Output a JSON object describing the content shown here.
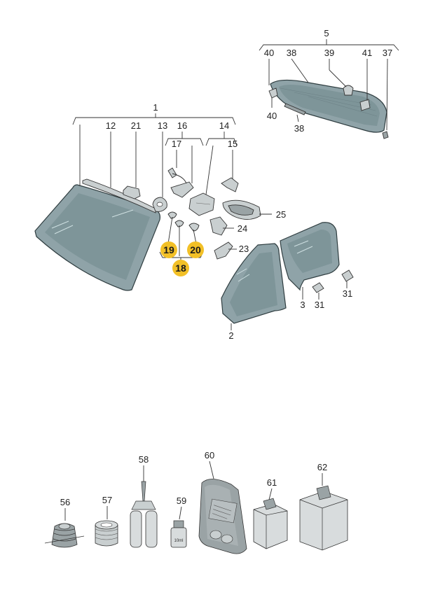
{
  "callouts": {
    "c1": "1",
    "c2": "2",
    "c3": "3",
    "c5": "5",
    "c12": "12",
    "c13": "13",
    "c14": "14",
    "c15": "15",
    "c16": "16",
    "c17": "17",
    "c18": "18",
    "c19": "19",
    "c20": "20",
    "c21": "21",
    "c23": "23",
    "c24": "24",
    "c25": "25",
    "c31a": "31",
    "c31b": "31",
    "c37": "37",
    "c38a": "38",
    "c38b": "38",
    "c39": "39",
    "c40a": "40",
    "c40b": "40",
    "c41": "41",
    "c56": "56",
    "c57": "57",
    "c58": "58",
    "c59": "59",
    "c60": "60",
    "c61": "61",
    "c62": "62"
  },
  "labels": {
    "vial_volume": "10ml"
  },
  "colors": {
    "glass": "#8fa3a8",
    "highlight": "#f2c027",
    "line": "#333333"
  }
}
